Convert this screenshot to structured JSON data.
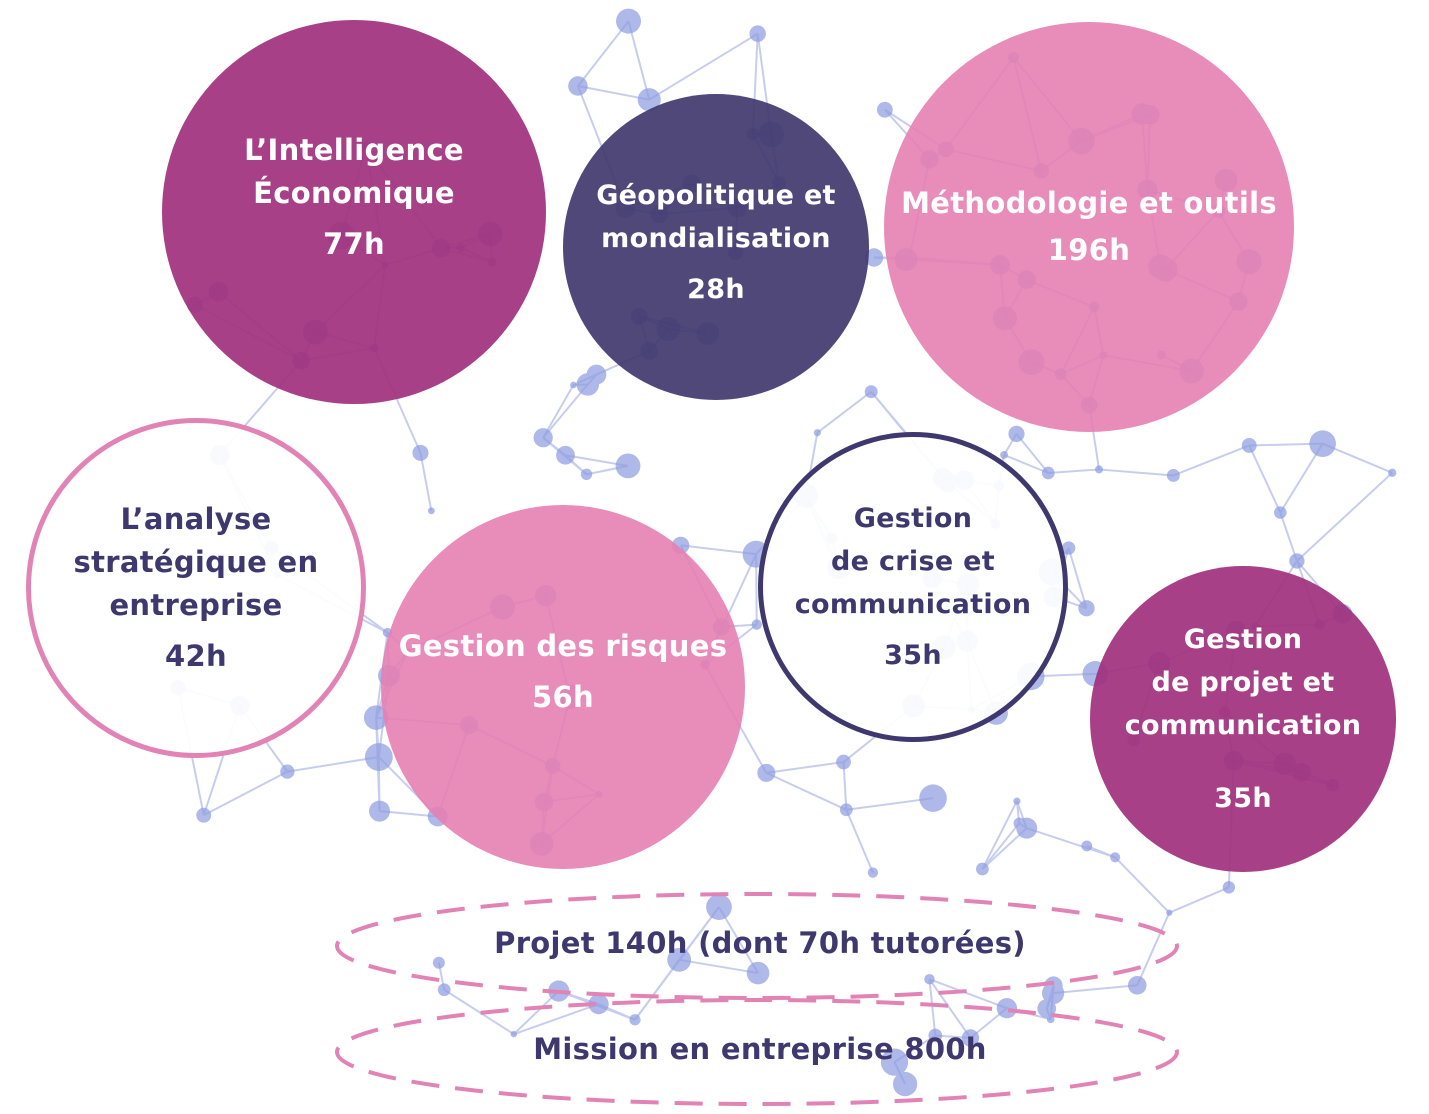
{
  "colors": {
    "plum": "#a0327d",
    "navy": "#40386e",
    "pink": "#e680b2",
    "network": "#7f8fd6"
  },
  "modules": [
    {
      "id": "intelligence",
      "label": "L’Intelligence\nÉconomique",
      "hours": "77h",
      "style": "filled",
      "color": "plum"
    },
    {
      "id": "geopolitique",
      "label": "Géopolitique et\nmondialisation",
      "hours": "28h",
      "style": "filled",
      "color": "navy"
    },
    {
      "id": "methodologie",
      "label": "Méthodologie et outils",
      "hours": "196h",
      "style": "filled",
      "color": "pink"
    },
    {
      "id": "analyse",
      "label": "L’analyse\nstratégique en\nentreprise",
      "hours": "42h",
      "style": "outlined",
      "color": "pink"
    },
    {
      "id": "risques",
      "label": "Gestion des risques",
      "hours": "56h",
      "style": "filled",
      "color": "pink"
    },
    {
      "id": "crise",
      "label": "Gestion\nde crise et\ncommunication",
      "hours": "35h",
      "style": "outlined",
      "color": "navy"
    },
    {
      "id": "projet",
      "label": "Gestion\nde projet et\ncommunication",
      "hours": "35h",
      "style": "filled",
      "color": "plum"
    }
  ],
  "rings": {
    "projet": "Projet 140h (dont 70h tutorées)",
    "mission": "Mission en entreprise 800h"
  }
}
